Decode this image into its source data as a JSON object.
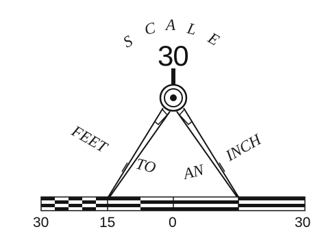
{
  "scale": {
    "word_letters": [
      "S",
      "C",
      "A",
      "L",
      "E"
    ],
    "number": "30",
    "phrase_feet": "FEET",
    "phrase_to": "TO",
    "phrase_an": "AN",
    "phrase_inch": "INCH"
  },
  "bar": {
    "tick_labels": [
      "30",
      "15",
      "0",
      "30"
    ],
    "units": "feet"
  },
  "colors": {
    "ink": "#151515",
    "paper": "#ffffff"
  }
}
